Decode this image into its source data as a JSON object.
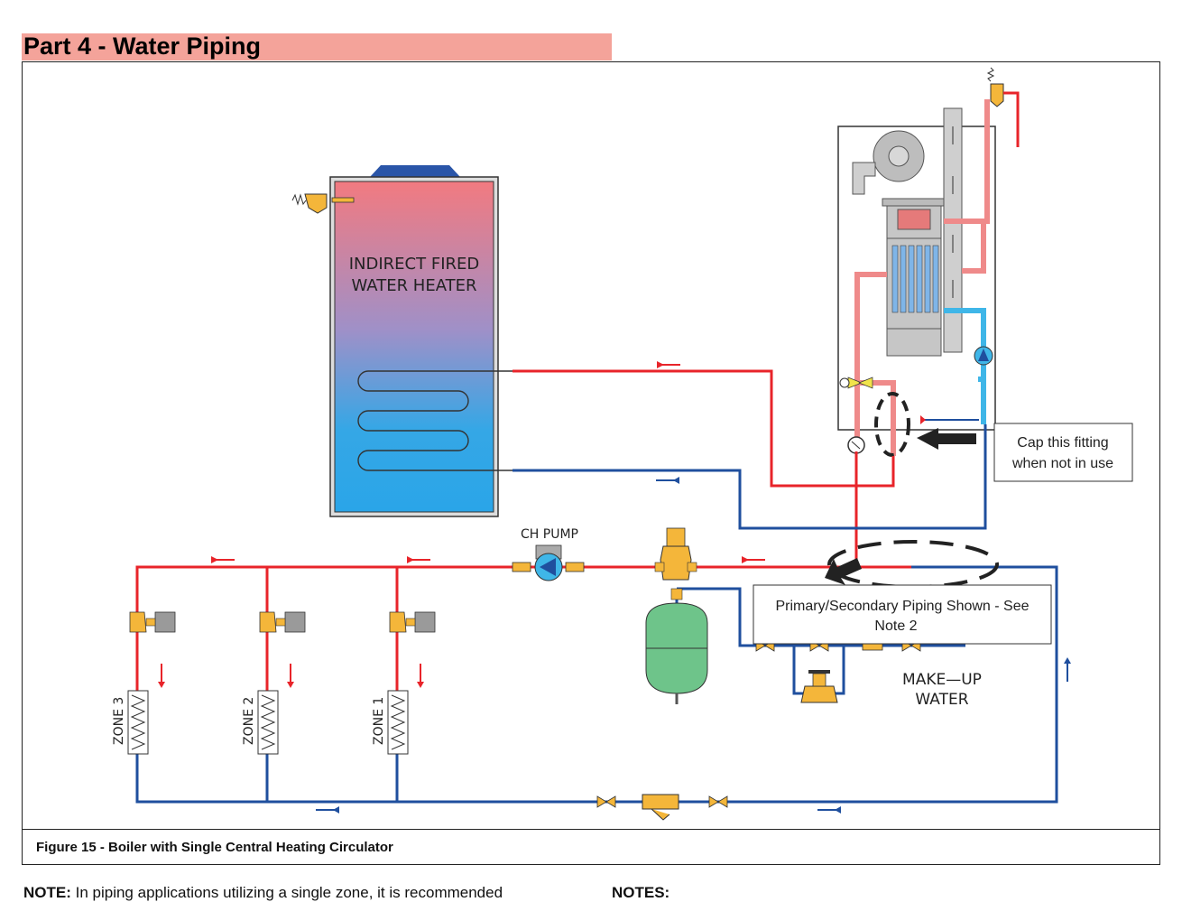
{
  "section_title": "Part 4 - Water Piping",
  "figure_caption": "Figure 15 - Boiler with Single Central Heating Circulator",
  "labels": {
    "water_heater_line1": "INDIRECT FIRED",
    "water_heater_line2": "WATER HEATER",
    "ch_pump": "CH  PUMP",
    "makeup_line1": "MAKE—UP",
    "makeup_line2": "WATER",
    "zone_3": "ZONE 3",
    "zone_2": "ZONE 2",
    "zone_1": "ZONE 1"
  },
  "callouts": {
    "cap_fitting_line1": "Cap this fitting",
    "cap_fitting_line2": "when not in use",
    "primary_secondary_line1": "Primary/Secondary Piping Shown - See",
    "primary_secondary_line2": "Note 2"
  },
  "notes": {
    "left_bold": "NOTE:",
    "left_text": " In piping applications utilizing a single zone, it is recommended",
    "right_bold": "NOTES:"
  },
  "colors": {
    "supply": "#e8242a",
    "return": "#1f4f9e",
    "boiler_supply": "#ef8a8a",
    "boiler_return": "#3fb6e8",
    "valve": "#f4b63a",
    "tank": "#6ec48a",
    "title_bar": "#f4a39a"
  }
}
